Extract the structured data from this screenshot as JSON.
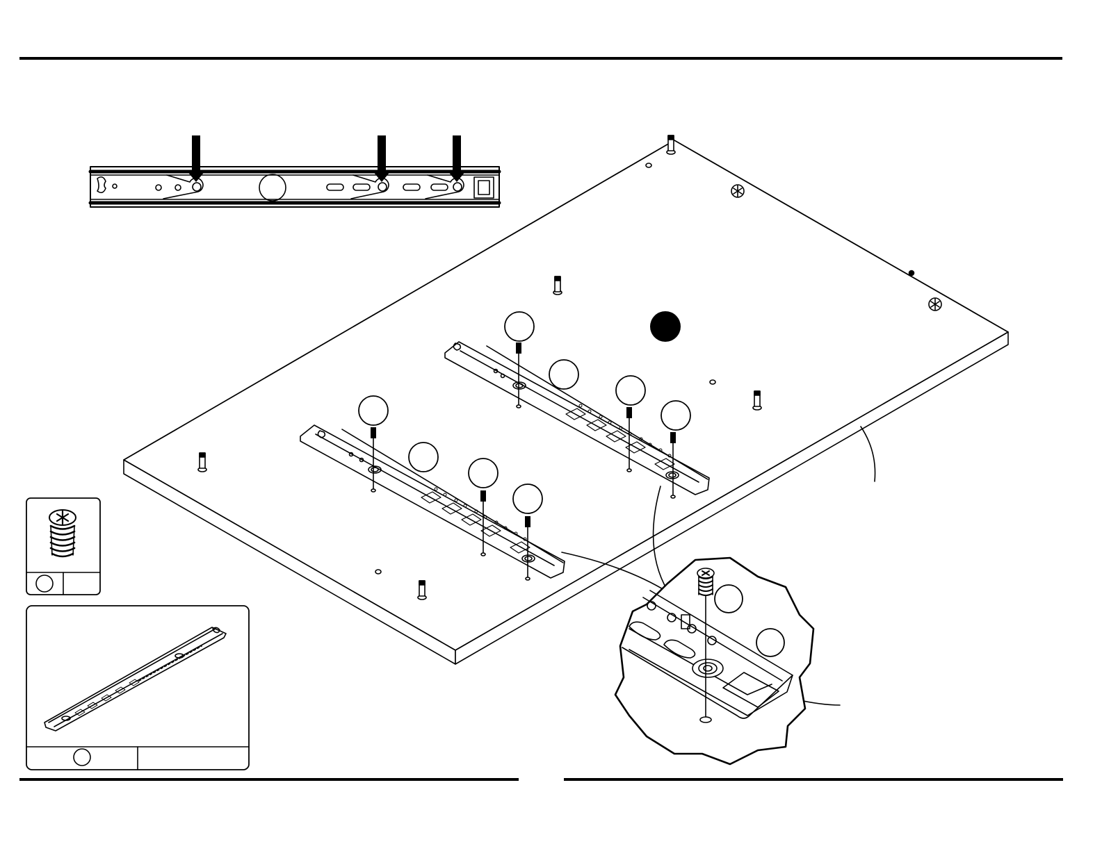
{
  "document": {
    "type": "assembly-instruction-step",
    "text_labels": []
  },
  "callouts": {
    "part_circles_blank": 11,
    "filled_marker": 1
  },
  "parts_legend": {
    "screw_box": {
      "icon": "euro-screw-icon",
      "label_circle": "",
      "quantity": ""
    },
    "slide_box": {
      "icon": "drawer-slide-icon",
      "label_circle": "",
      "quantity": ""
    }
  },
  "colors": {
    "line": "#000000",
    "paper": "#ffffff"
  }
}
